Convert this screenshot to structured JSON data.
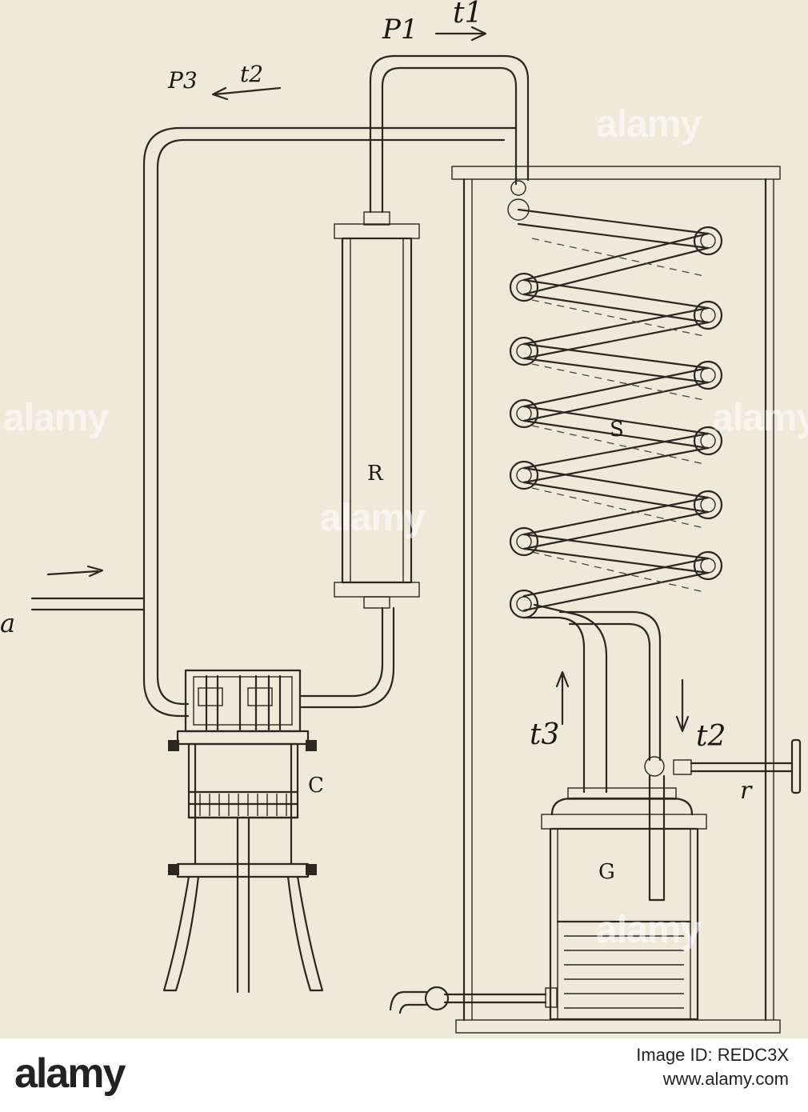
{
  "figure": {
    "labels": {
      "p1": "P1",
      "t1": "t1",
      "p3": "P3",
      "t2_top": "t2",
      "a": "a",
      "r": "R",
      "s": "S",
      "c": "C",
      "g": "G",
      "t3": "t3",
      "t2_right": "t2",
      "valve_r": "r"
    }
  },
  "watermark": {
    "text": "alamy"
  },
  "footer": {
    "logo": "alamy",
    "image_id_label": "Image ID: REDC3X",
    "url": "www.alamy.com"
  }
}
